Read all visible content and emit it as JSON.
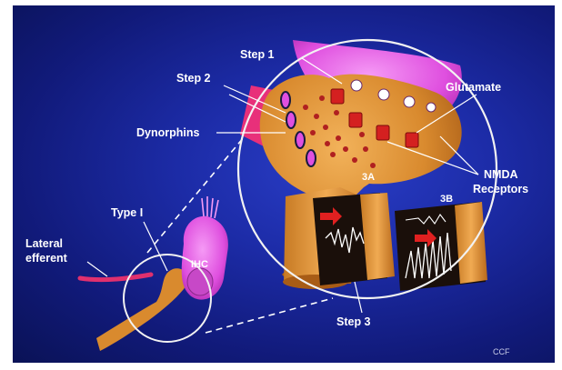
{
  "labels": {
    "step1": "Step 1",
    "step2": "Step 2",
    "dynorphins": "Dynorphins",
    "glutamate": "Glutamate",
    "nmda_line1": "NMDA",
    "nmda_line2": "Receptors",
    "region_3a": "3A",
    "region_3b": "3B",
    "step3": "Step 3",
    "type1": "Type I",
    "lateral_line1": "Lateral",
    "lateral_line2": "efferent",
    "ihc": "IHC",
    "credit": "CCF"
  },
  "colors": {
    "background": "#1c2ba6",
    "terminal": "#d98a2e",
    "hair_cell": "#e04fe0",
    "efferent": "#e0306e",
    "vesicle": "#b02020",
    "receptor": "#d42020"
  }
}
